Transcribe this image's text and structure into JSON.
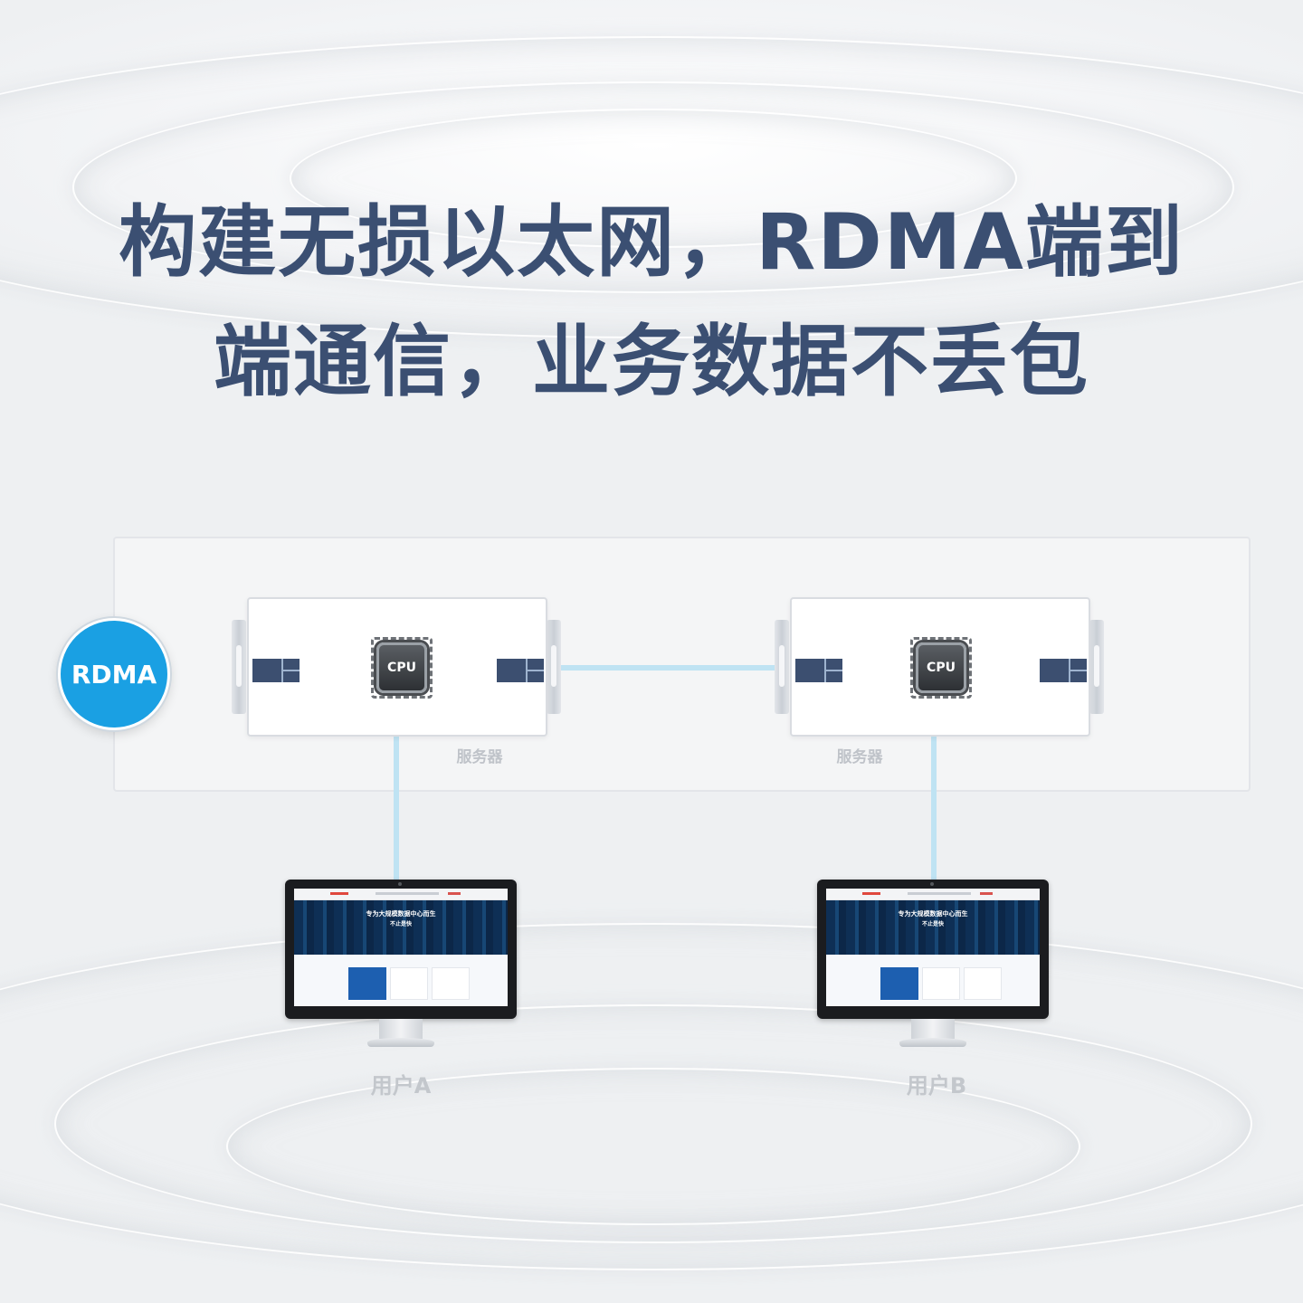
{
  "title": {
    "line1": "构建无损以太网，RDMA端到",
    "line2": "端通信，业务数据不丢包"
  },
  "diagram": {
    "badge_label": "RDMA",
    "servers": [
      {
        "cpu_label": "CPU",
        "caption": "服务器"
      },
      {
        "cpu_label": "CPU",
        "caption": "服务器"
      }
    ],
    "users": [
      {
        "label": "用户A",
        "screen_headline": "专为大规模数据中心而生",
        "screen_subline": "不止是快"
      },
      {
        "label": "用户B",
        "screen_headline": "专为大规模数据中心而生",
        "screen_subline": "不止是快"
      }
    ],
    "colors": {
      "title": "#3b4f72",
      "badge": "#1aa0e3",
      "link": "#bfe3f3",
      "port": "#3c4f70"
    }
  }
}
